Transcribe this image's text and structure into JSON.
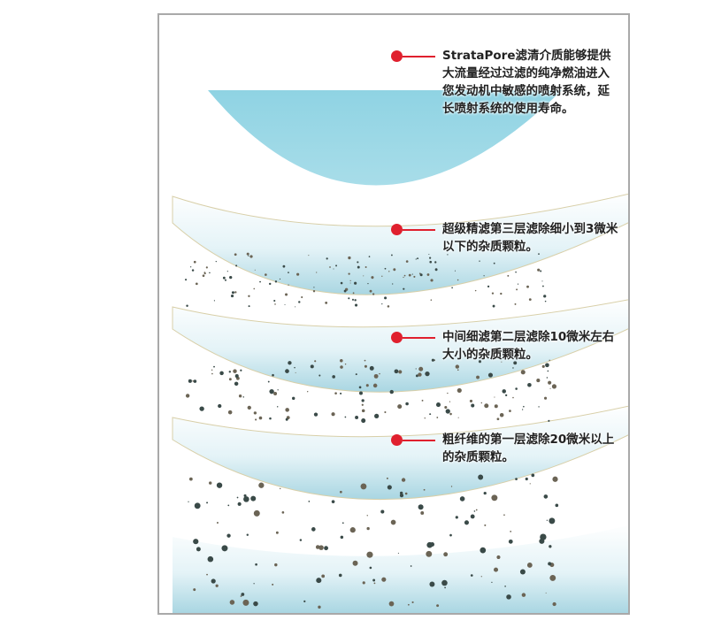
{
  "colors": {
    "accent": "#e0202e",
    "layer": "#8fd0e0",
    "frame": "#a9a9a9"
  },
  "callouts": [
    {
      "text": "StrataPore滤清介质能够提供大流量经过过滤的纯净燃油进入您发动机中敏感的喷射系统，延长喷射系统的使用寿命。"
    },
    {
      "text": "超级精滤第三层滤除细小到3微米以下的杂质颗粒。"
    },
    {
      "text": "中间细滤第二层滤除10微米左右大小的杂质颗粒。"
    },
    {
      "text": "粗纤维的第一层滤除20微米以上的杂质颗粒。"
    }
  ]
}
